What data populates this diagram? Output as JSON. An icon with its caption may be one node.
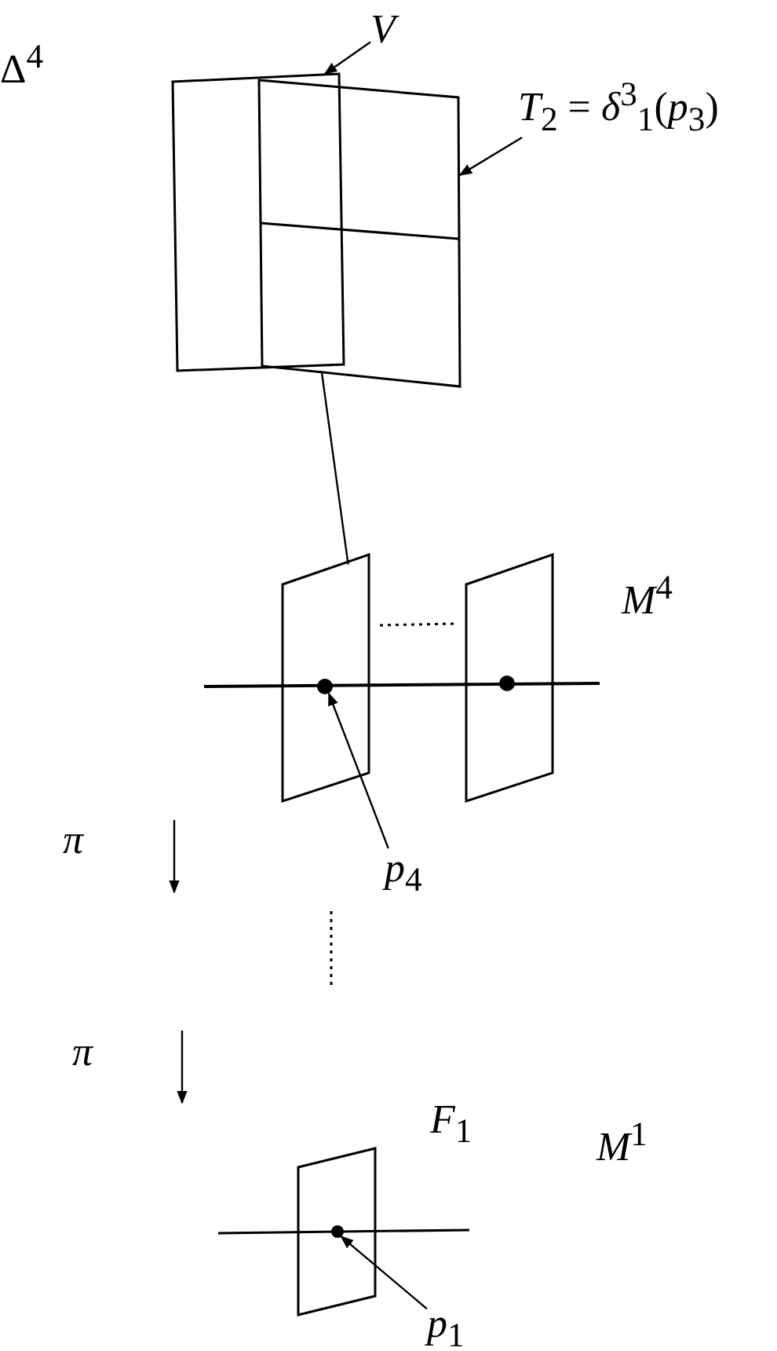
{
  "diagram": {
    "nodes": [
      {
        "text": [
          "*V*"
        ]
      },
      {
        "text": [
          "*T*$_{2}$ = *δ*$^{3}$$_{1}$(*p*$_{3}$)"
        ]
      },
      {
        "text": [],
        "shape": "box"
      },
      {
        "text": [],
        "shape": "box"
      },
      {
        "text": [],
        "shape": "box"
      },
      {
        "text": [],
        "shape": "box"
      },
      {
        "text": [],
        "shape": "circle",
        "in": 4
      },
      {
        "text": [],
        "shape": "circle",
        "in": 5
      },
      {
        "text": [
          "*p*$_{4}$"
        ]
      },
      {
        "text": [],
        "shape": "box"
      },
      {
        "text": [],
        "shape": "circle",
        "in": 9
      },
      {
        "text": [
          "*p*$_{1}$"
        ]
      }
    ],
    "edges": [
      {
        "from": 0,
        "to": 2,
        "arrow": "to"
      },
      {
        "from": 1,
        "to": 3,
        "arrow": "to"
      },
      {
        "from": 2,
        "to": 4,
        "arrow": "none"
      },
      {
        "from": 8,
        "to": 6,
        "arrow": "to"
      },
      {
        "from": 11,
        "to": 10,
        "arrow": "to"
      }
    ],
    "labels": [
      "Δ$^{4}$",
      "*M*$^{4}$",
      "*π*",
      "*π*",
      "*F*$_{1}$",
      "*M*$^{1}$"
    ]
  }
}
